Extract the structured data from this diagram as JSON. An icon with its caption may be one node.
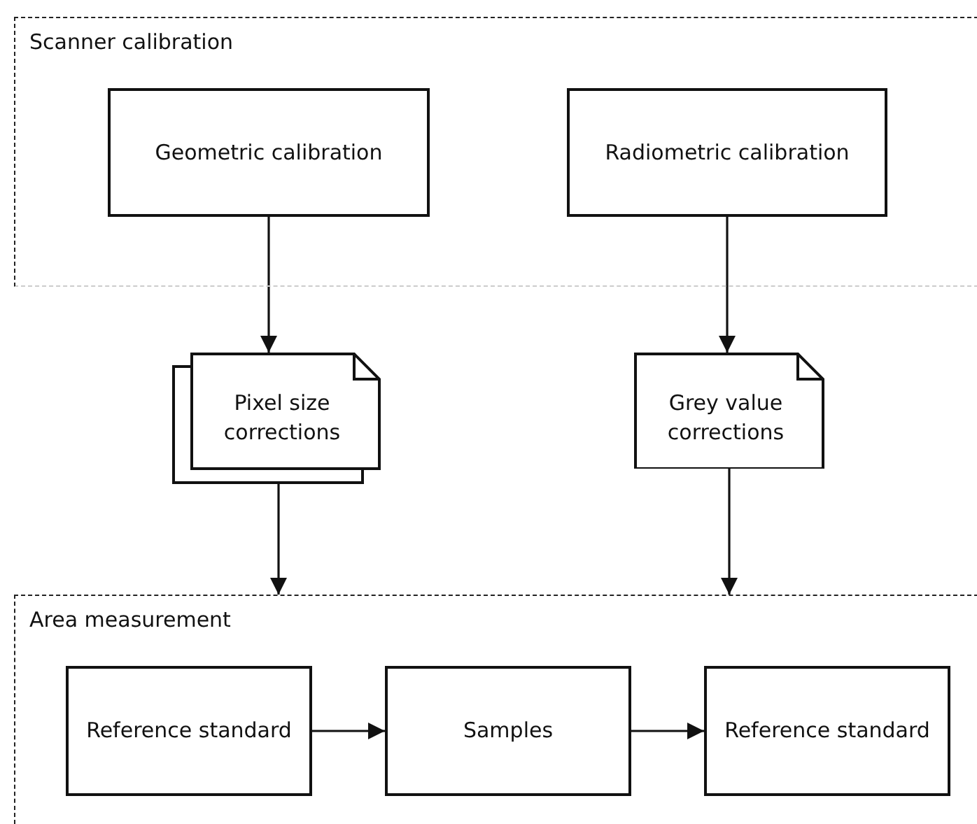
{
  "diagram": {
    "nodes": [
      {
        "text": [
          "Scanner calibration"
        ]
      },
      {
        "text": [
          "Geometric calibration"
        ],
        "in": 0
      },
      {
        "text": [
          "Radiometric calibration"
        ],
        "in": 0
      },
      {
        "text": [
          "Pixel size corrections"
        ]
      },
      {
        "text": [
          "Grey value corrections"
        ]
      },
      {
        "text": [
          "Area measurement"
        ]
      },
      {
        "text": [
          "Reference standard"
        ],
        "in": 5
      },
      {
        "text": [
          "Samples"
        ],
        "in": 5
      },
      {
        "text": [
          "Reference standard"
        ],
        "in": 5
      }
    ],
    "edges": [
      {
        "from": 1,
        "to": 3,
        "arrow": "to"
      },
      {
        "from": 2,
        "to": 4,
        "arrow": "to"
      },
      {
        "from": 3,
        "to": 5,
        "arrow": "to"
      },
      {
        "from": 4,
        "to": 5,
        "arrow": "to"
      },
      {
        "from": 6,
        "to": 7,
        "arrow": "to"
      },
      {
        "from": 7,
        "to": 8,
        "arrow": "to"
      }
    ]
  }
}
